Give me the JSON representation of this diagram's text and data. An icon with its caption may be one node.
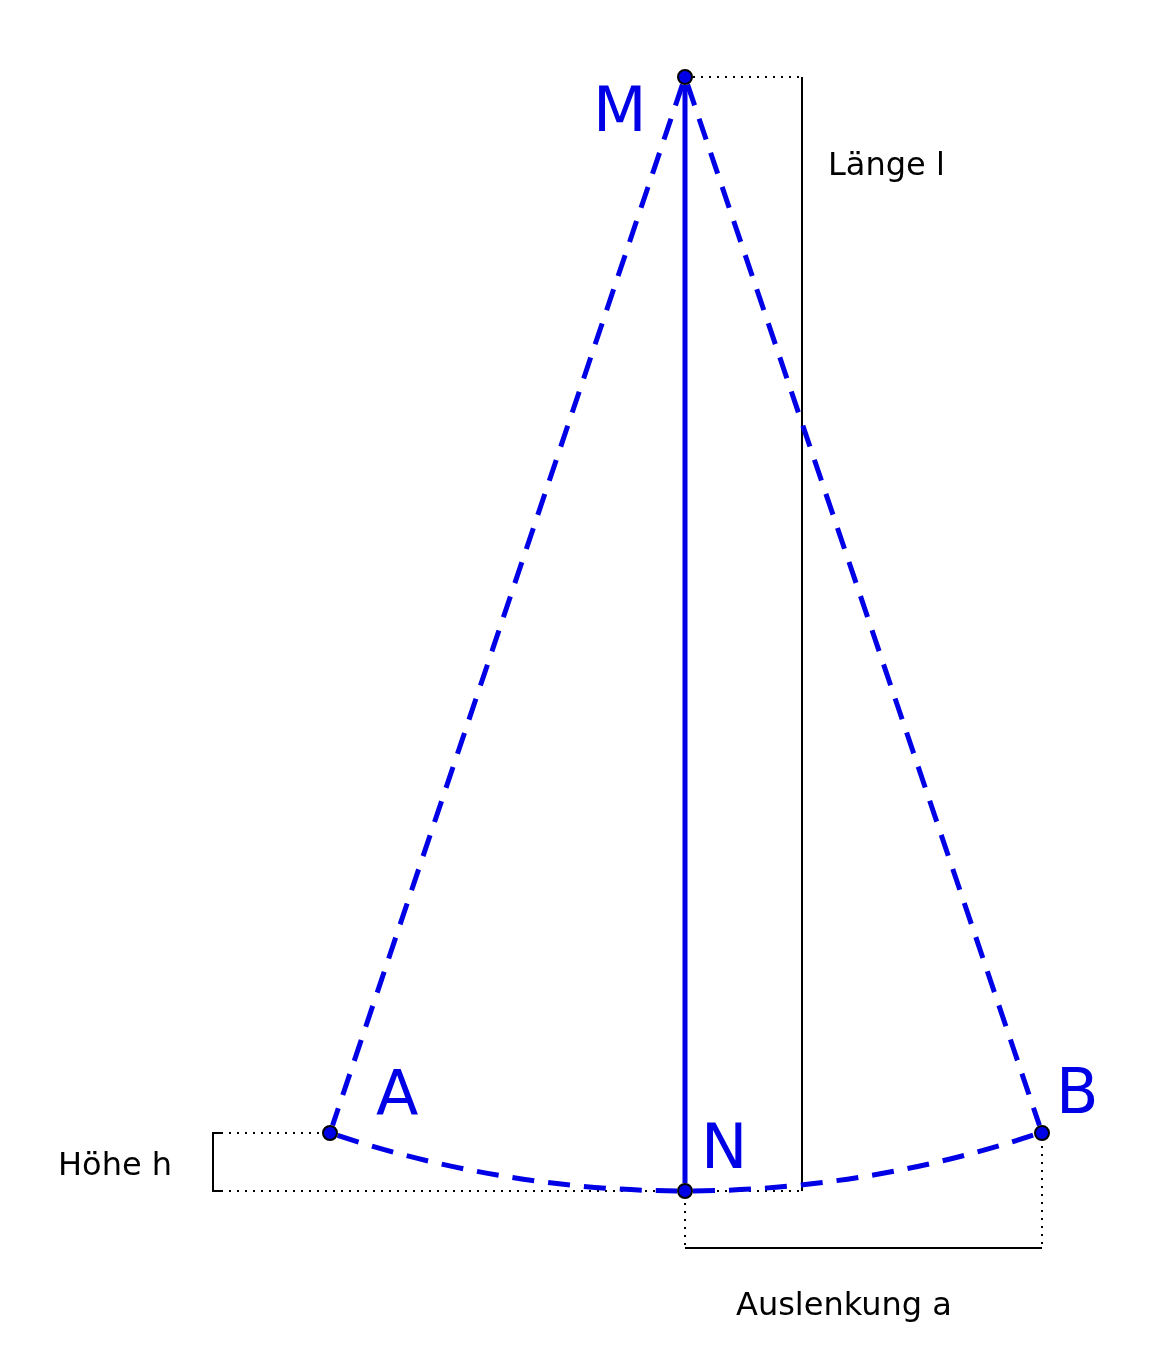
{
  "diagram": {
    "nodes": [
      {
        "text": [
          "M"
        ]
      },
      {
        "text": [
          "A"
        ]
      },
      {
        "text": [
          "B"
        ]
      },
      {
        "text": [
          "N"
        ]
      }
    ],
    "edges": [
      {
        "from": 0,
        "to": 3,
        "arrow": "none"
      },
      {
        "from": 0,
        "to": 1,
        "arrow": "none",
        "style": "dashed"
      },
      {
        "from": 0,
        "to": 2,
        "arrow": "none",
        "style": "dashed"
      },
      {
        "from": 1,
        "to": 3,
        "arrow": "none",
        "style": "dashed"
      },
      {
        "from": 3,
        "to": 2,
        "arrow": "none",
        "style": "dashed"
      }
    ],
    "labels": [
      "Länge l",
      "Höhe h",
      "Auslenkung a"
    ]
  }
}
